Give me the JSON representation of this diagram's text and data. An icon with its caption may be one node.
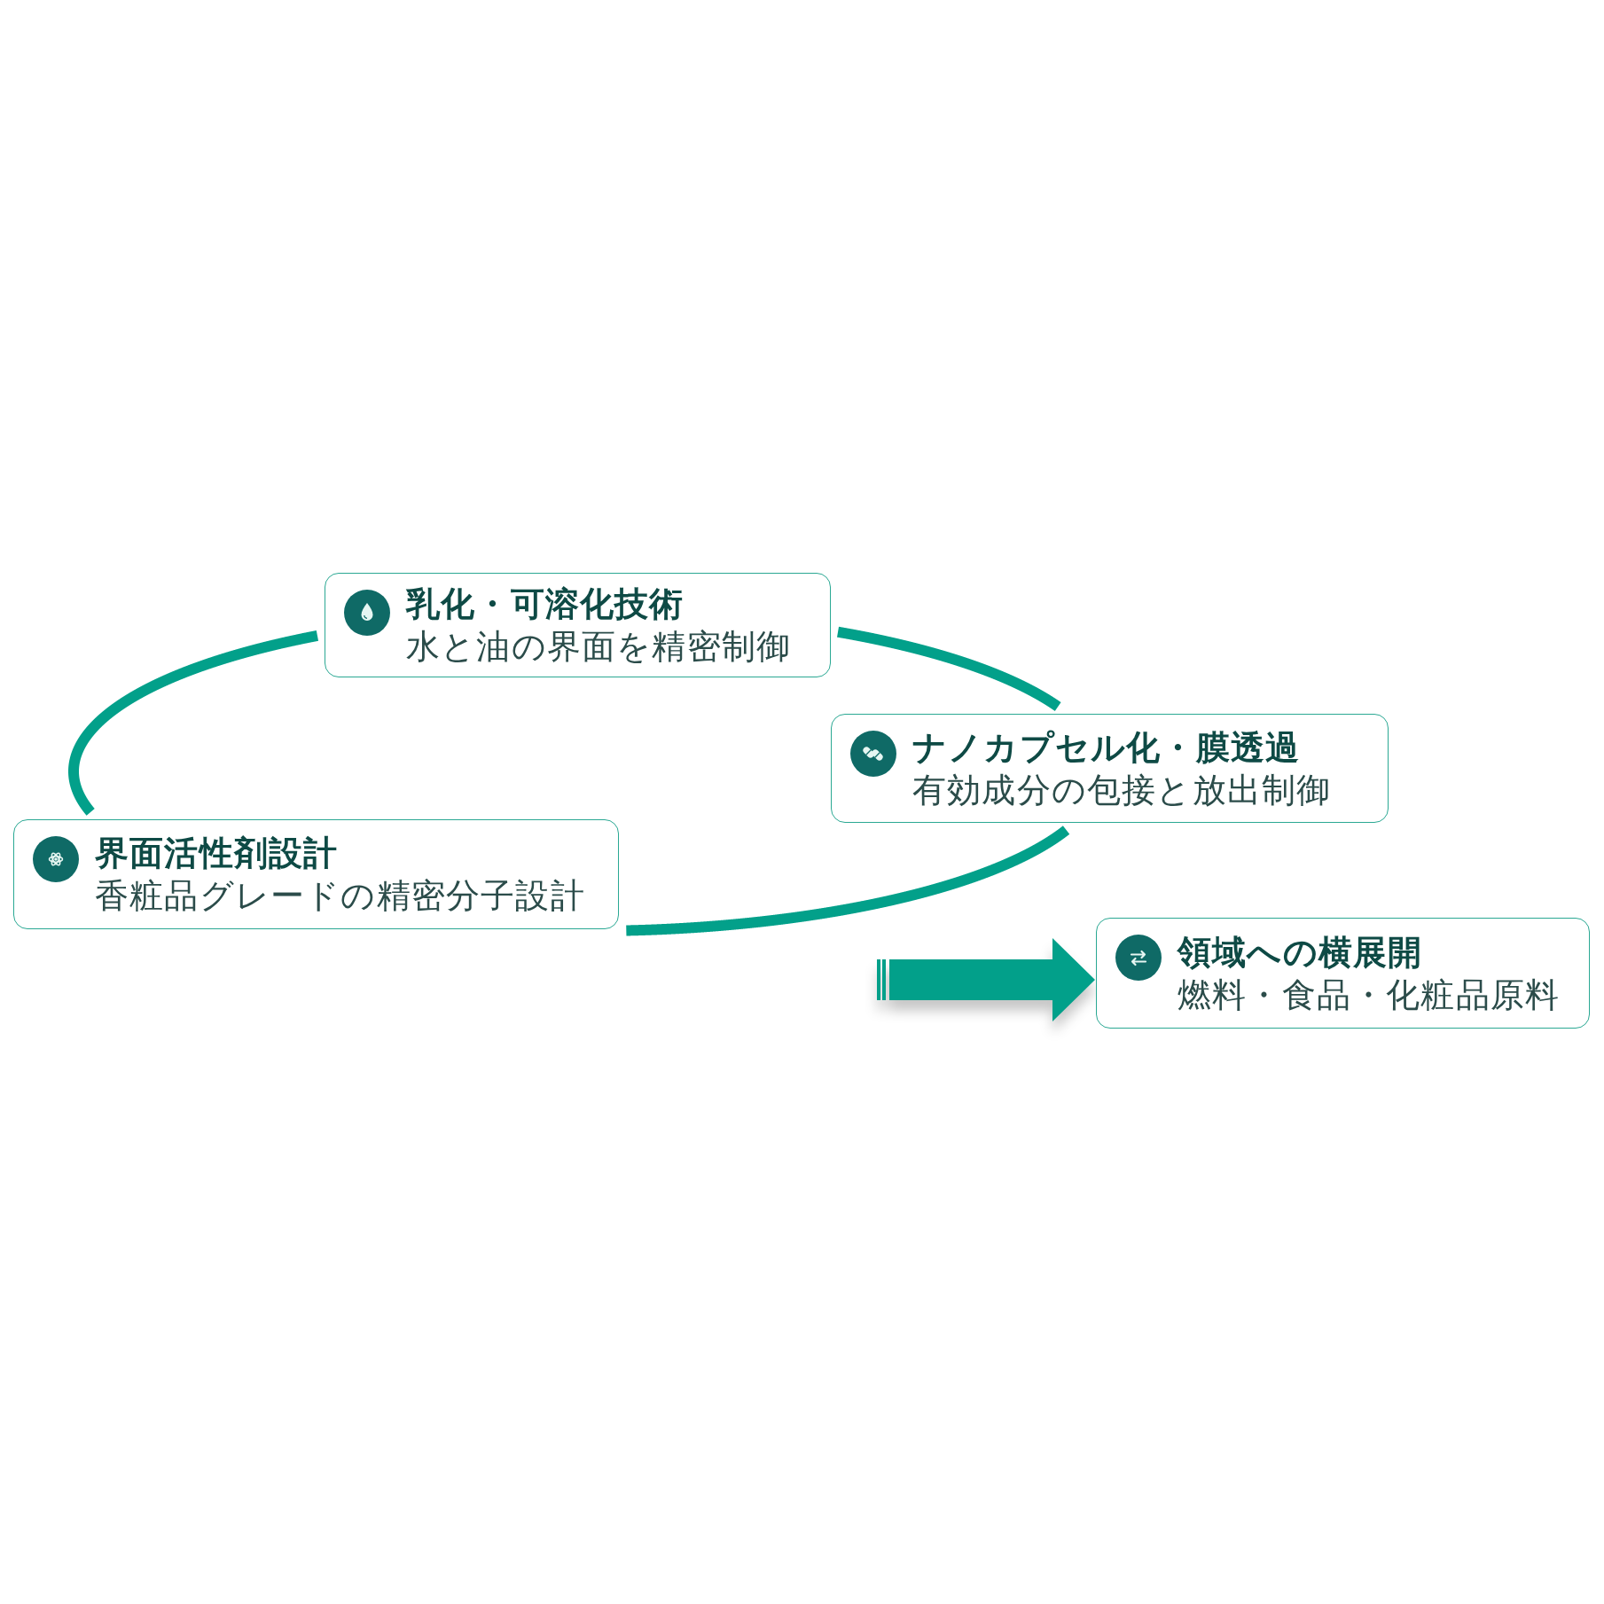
{
  "diagram": {
    "nodes": [
      {
        "text": [
          "乳化・可溶化技術",
          "水と油の界面を精密制御"
        ]
      },
      {
        "text": [
          "ナノカプセル化・膜透過",
          "有効成分の包接と放出制御"
        ]
      },
      {
        "text": [
          "界面活性剤設計",
          "香粧品グレードの精密分子設計"
        ]
      },
      {
        "text": [
          "領域への横展開",
          "燃料・食品・化粧品原料"
        ]
      }
    ],
    "edges": [
      {
        "from": 0,
        "to": 1,
        "arrow": "none"
      },
      {
        "from": 1,
        "to": 2,
        "arrow": "none"
      },
      {
        "from": 2,
        "to": 0,
        "arrow": "none"
      },
      {
        "from": null,
        "to": 3,
        "arrow": "to",
        "style": "thick"
      }
    ]
  }
}
